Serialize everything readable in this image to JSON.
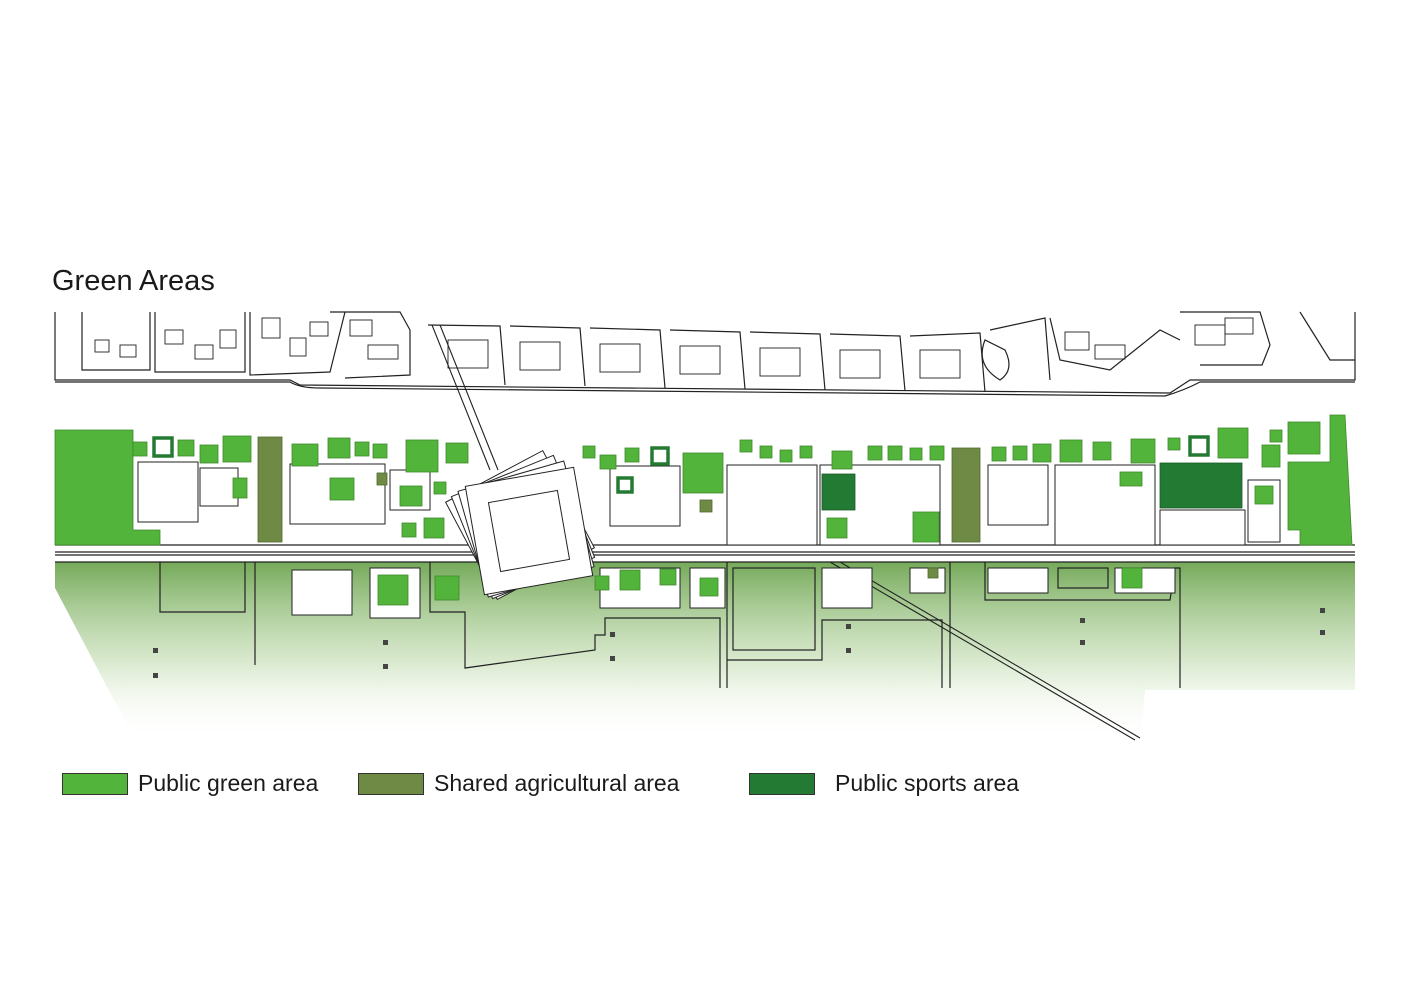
{
  "title": "Green Areas",
  "colors": {
    "public_green": "#53b43b",
    "shared_agricultural": "#6e8a45",
    "public_sports": "#237a33",
    "line": "#222222",
    "gradient_top": "#5c9a3c"
  },
  "legend": [
    {
      "label": "Public green area",
      "color": "#53b43b",
      "category": "public_green"
    },
    {
      "label": "Shared agricultural area",
      "color": "#6e8a45",
      "category": "shared_agricultural"
    },
    {
      "label": "Public sports area",
      "color": "#237a33",
      "category": "public_sports"
    }
  ]
}
